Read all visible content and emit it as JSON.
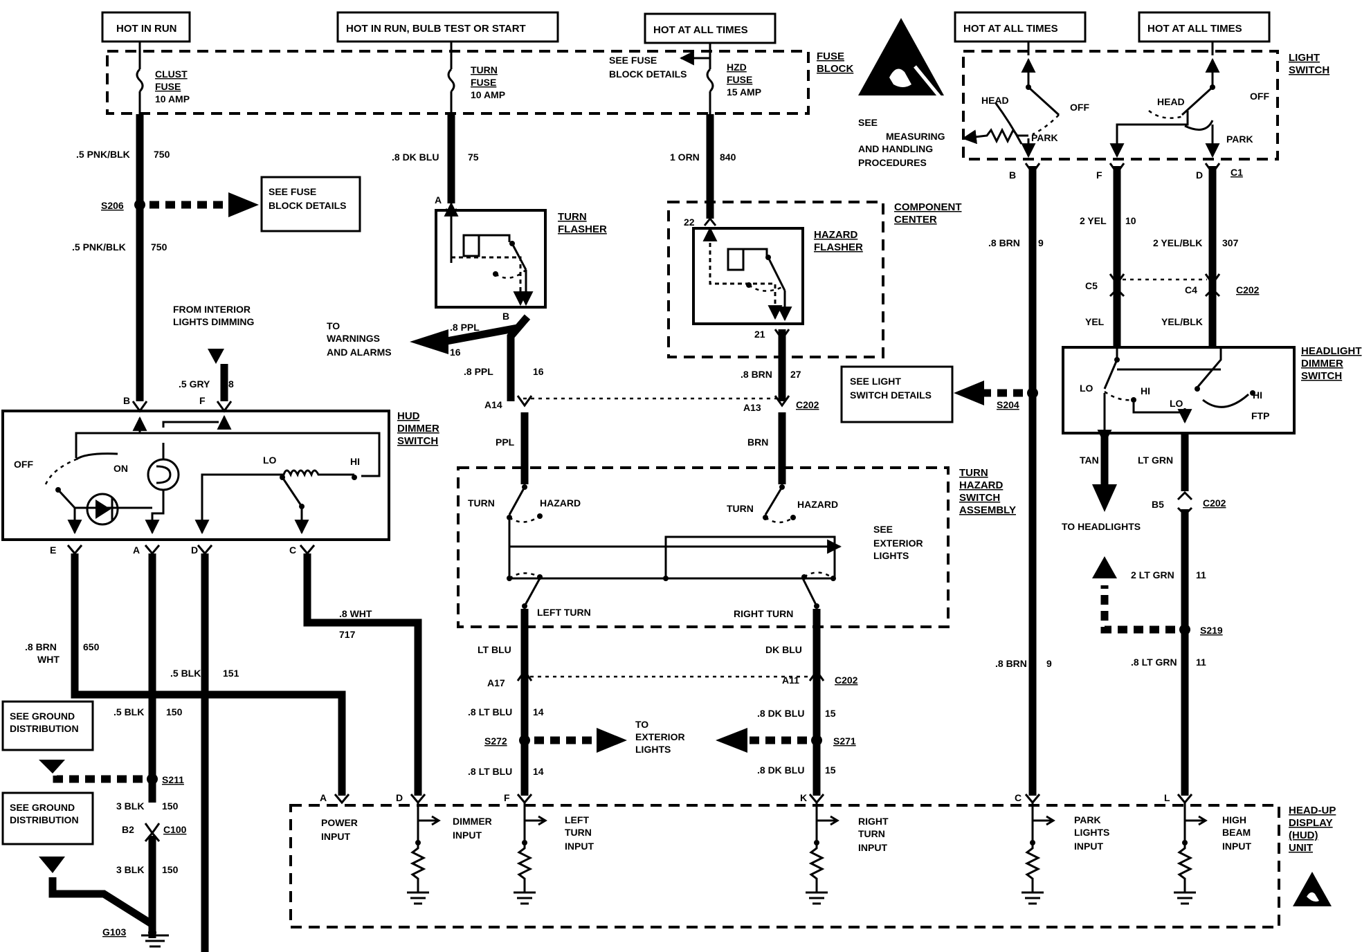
{
  "supply_labels": {
    "hot_in_run": "HOT IN RUN",
    "hot_in_run_bulb_test_start": "HOT IN RUN, BULB TEST OR START",
    "hot_at_all_times_fuse": "HOT AT ALL TIMES",
    "hot_at_all_times_1": "HOT AT ALL TIMES",
    "hot_at_all_times_2": "HOT AT ALL TIMES"
  },
  "fuse_block": {
    "title_1": "FUSE",
    "title_2": "BLOCK",
    "clust": [
      "CLUST",
      "FUSE",
      "10 AMP"
    ],
    "turn": [
      "TURN",
      "FUSE",
      "10 AMP"
    ],
    "hzd": [
      "HZD",
      "FUSE",
      "15 AMP"
    ],
    "see_details": [
      "SEE FUSE",
      "BLOCK DETAILS"
    ]
  },
  "esd_note": [
    "SEE",
    "MEASURING",
    "AND HANDLING",
    "PROCEDURES"
  ],
  "light_switch": {
    "title": [
      "LIGHT",
      "SWITCH"
    ],
    "head_1": "HEAD",
    "off_1": "OFF",
    "park_1": "PARK",
    "head_2": "HEAD",
    "off_2": "OFF",
    "park_2": "PARK",
    "pin_b": "B",
    "pin_f": "F",
    "pin_d": "D",
    "conn": "C1"
  },
  "wires": {
    "w750_a": [
      ".5 PNK/BLK",
      "750"
    ],
    "w750_b": [
      ".5 PNK/BLK",
      "750"
    ],
    "w75": [
      ".8 DK BLU",
      "75"
    ],
    "w840": [
      "1 ORN",
      "840"
    ],
    "w9_top": [
      ".8 BRN",
      "9"
    ],
    "w10": [
      "2 YEL",
      "10"
    ],
    "w307": [
      "2 YEL/BLK",
      "307"
    ],
    "w16_a": [
      ".8 PPL",
      "16"
    ],
    "w16_b": [
      ".8 PPL",
      "16"
    ],
    "w27": [
      ".8 BRN",
      "27"
    ],
    "w8": [
      ".5 GRY",
      "8"
    ],
    "ppl": "PPL",
    "brn": "BRN",
    "yel": "YEL",
    "yelblk": "YEL/BLK",
    "tan": "TAN",
    "ltgrn": "LT GRN",
    "w11_a": [
      "2 LT GRN",
      "11"
    ],
    "w11_b": [
      ".8 LT GRN",
      "11"
    ],
    "w9_bot": [
      ".8 BRN",
      "9"
    ],
    "w650": [
      ".8 BRN",
      "WHT",
      "650"
    ],
    "w151": [
      ".5 BLK",
      "151"
    ],
    "w717": [
      ".8 WHT",
      "717"
    ],
    "w150_a": [
      ".5 BLK",
      "150"
    ],
    "w150_b": [
      "3 BLK",
      "150"
    ],
    "w150_c": [
      "3 BLK",
      "150"
    ],
    "ltblu": "LT BLU",
    "dkblu": "DK BLU",
    "w14_a": [
      ".8 LT BLU",
      "14"
    ],
    "w14_b": [
      ".8 LT BLU",
      "14"
    ],
    "w15_a": [
      ".8 DK BLU",
      "15"
    ],
    "w15_b": [
      ".8 DK BLU",
      "15"
    ]
  },
  "splices": {
    "s206": "S206",
    "s204": "S204",
    "s219": "S219",
    "s211": "S211",
    "s272": "S272",
    "s271": "S271",
    "g103": "G103"
  },
  "connectors": {
    "a": "A",
    "b": "B",
    "c202_a": "C202",
    "a14": "A14",
    "a13": "A13",
    "n22": "22",
    "n21": "21",
    "c5": "C5",
    "c4": "C4",
    "c202_b": "C202",
    "b5": "B5",
    "c202_c": "C202",
    "a17": "A17",
    "a11": "A11",
    "c202_d": "C202",
    "b2": "B2",
    "c100": "C100"
  },
  "notes": {
    "see_fuse_block_details": [
      "SEE FUSE",
      "BLOCK DETAILS"
    ],
    "see_light_switch_details": [
      "SEE LIGHT",
      "SWITCH  DETAILS"
    ],
    "to_warnings": [
      "TO",
      "WARNINGS",
      "AND ALARMS"
    ],
    "from_interior": [
      "FROM INTERIOR",
      "LIGHTS DIMMING"
    ],
    "to_headlights": "TO HEADLIGHTS",
    "see_exterior_lights": [
      "SEE",
      "EXTERIOR",
      "LIGHTS"
    ],
    "to_exterior_lights": [
      "TO",
      "EXTERIOR",
      "LIGHTS"
    ],
    "see_ground_1": [
      "SEE GROUND",
      "DISTRIBUTION"
    ],
    "see_ground_2": [
      "SEE GROUND",
      "DISTRIBUTION"
    ]
  },
  "turn_flasher": [
    "TURN",
    "FLASHER"
  ],
  "component_center": [
    "COMPONENT",
    "CENTER"
  ],
  "hazard_flasher": [
    "HAZARD",
    "FLASHER"
  ],
  "headlight_dimmer": {
    "title": [
      "HEADLIGHT",
      "DIMMER",
      "SWITCH"
    ],
    "lo_1": "LO",
    "hi_1": "HI",
    "lo_2": "LO",
    "hi_2": "HI",
    "ftp": "FTP"
  },
  "hud_dimmer": {
    "title": [
      "HUD",
      "DIMMER",
      "SWITCH"
    ],
    "off": "OFF",
    "on": "ON",
    "lo": "LO",
    "hi": "HI",
    "pin_b": "B",
    "pin_f": "F",
    "pin_e": "E",
    "pin_a": "A",
    "pin_d": "D",
    "pin_c": "C"
  },
  "turn_hazard_switch": {
    "title": [
      "TURN",
      "HAZARD",
      "SWITCH",
      "ASSEMBLY"
    ],
    "turn_l": "TURN",
    "hazard_l": "HAZARD",
    "turn_r": "TURN",
    "hazard_r": "HAZARD",
    "left_turn": "LEFT TURN",
    "right_turn": "RIGHT TURN"
  },
  "hud_unit": {
    "title": [
      "HEAD-UP",
      "DISPLAY",
      "(HUD)",
      "UNIT"
    ],
    "pins": [
      "A",
      "D",
      "F",
      "K",
      "C",
      "L"
    ],
    "power": [
      "POWER",
      "INPUT"
    ],
    "dimmer": [
      "DIMMER",
      "INPUT"
    ],
    "left_turn": [
      "LEFT",
      "TURN",
      "INPUT"
    ],
    "right_turn": [
      "RIGHT",
      "TURN",
      "INPUT"
    ],
    "park": [
      "PARK",
      "LIGHTS",
      "INPUT"
    ],
    "high_beam": [
      "HIGH",
      "BEAM",
      "INPUT"
    ]
  }
}
